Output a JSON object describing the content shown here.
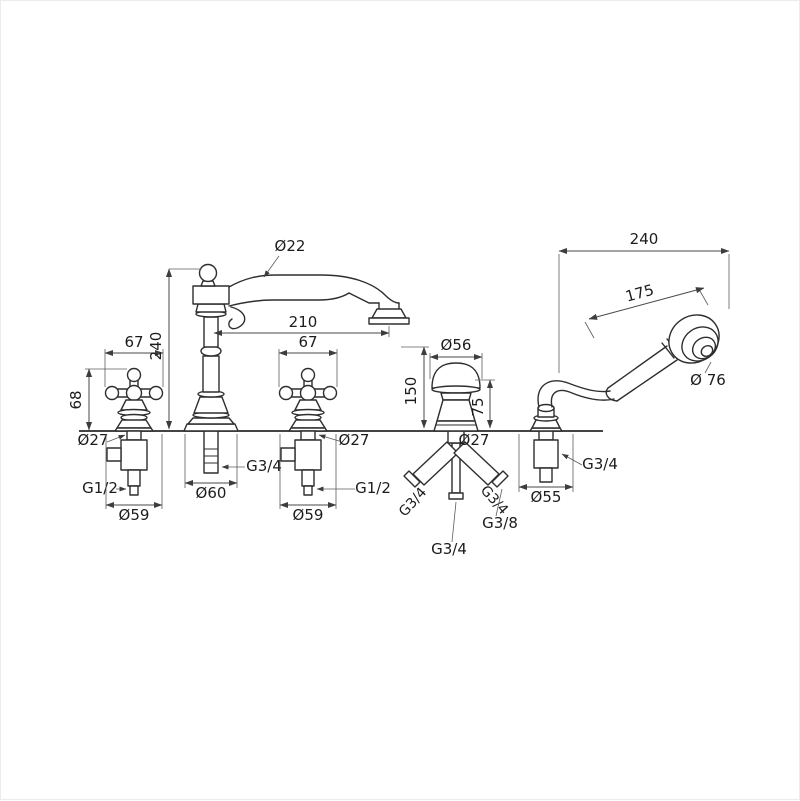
{
  "drawing": {
    "subject": "Deck-mounted 5-hole bath mixer with hand shower - dimensional drawing",
    "line_color": "#2e2e2e",
    "spout": {
      "outlet_diameter": "Ø22",
      "height": "240",
      "reach": "210",
      "base_diameter": "Ø60",
      "thread": "G3/4"
    },
    "left_handle": {
      "width": "67",
      "height": "68",
      "neck_diameter": "Ø27",
      "thread": "G1/2",
      "base_diameter": "Ø59"
    },
    "right_handle": {
      "width": "67",
      "neck_diameter": "Ø27",
      "thread": "G1/2",
      "base_diameter": "Ø59"
    },
    "diverter": {
      "knob_diameter": "Ø56",
      "height": "150",
      "body_height": "75",
      "neck_diameter": "Ø27",
      "left_thread": "G3/4",
      "right_thread": "G3/4",
      "hose_thread": "G3/8",
      "bottom_thread": "G3/4"
    },
    "handshower": {
      "length": "240",
      "handle_length": "175",
      "head_diameter": "Ø 76",
      "base_diameter": "Ø55",
      "thread": "G3/4"
    }
  }
}
